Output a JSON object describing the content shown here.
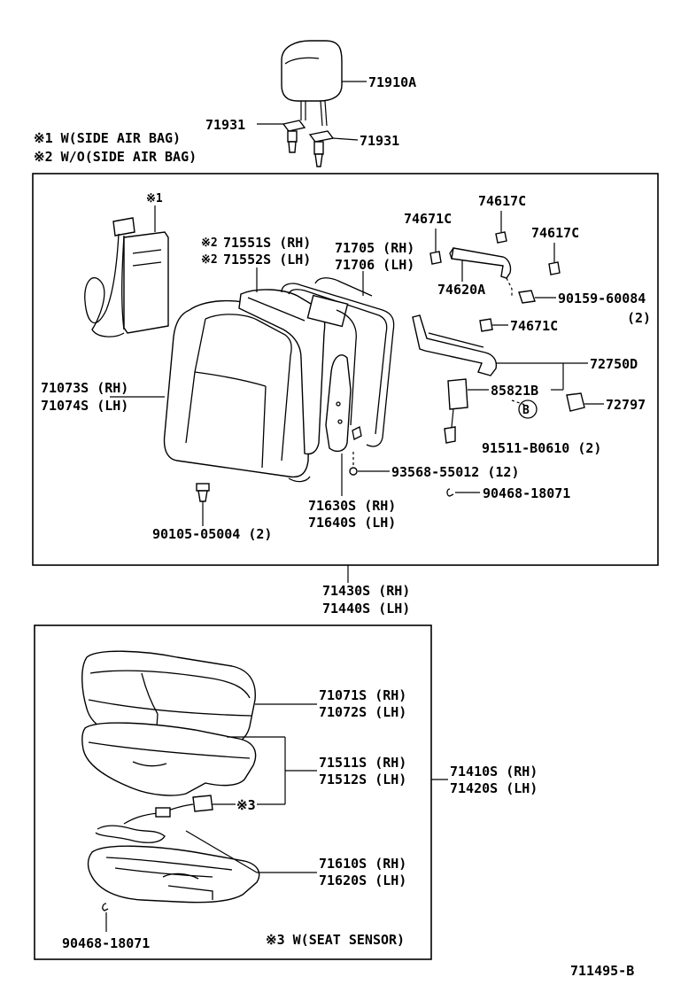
{
  "notes": {
    "n1": "※1 W(SIDE AIR BAG)",
    "n2": "※2 W/O(SIDE AIR BAG)",
    "n3": "※3 W(SEAT SENSOR)",
    "mark1": "※1",
    "mark2a": "※2",
    "mark2b": "※2",
    "mark3": "※3"
  },
  "parts": {
    "p71910A": "71910A",
    "p71931a": "71931",
    "p71931b": "71931",
    "p74617Ca": "74617C",
    "p74671Ca": "74671C",
    "p74617Cb": "74617C",
    "p71551S": "71551S (RH)",
    "p71552S": "71552S (LH)",
    "p71705": "71705 (RH)",
    "p71706": "71706 (LH)",
    "p74620A": "74620A",
    "p90159": "90159-60084",
    "p90159q": "(2)",
    "p74671Cb": "74671C",
    "p71073S": "71073S (RH)",
    "p71074S": "71074S (LH)",
    "p72750D": "72750D",
    "p85821B": "85821B",
    "p72797": "72797",
    "circleB": "B",
    "p91511": "91511-B0610 (2)",
    "p93568": "93568-55012 (12)",
    "p90468a": "90468-18071",
    "p71630S": "71630S (RH)",
    "p71640S": "71640S (LH)",
    "p90105": "90105-05004 (2)",
    "p71430S": "71430S (RH)",
    "p71440S": "71440S (LH)",
    "p71071S": "71071S (RH)",
    "p71072S": "71072S (LH)",
    "p71511S": "71511S (RH)",
    "p71512S": "71512S (LH)",
    "p71410S": "71410S (RH)",
    "p71420S": "71420S (LH)",
    "p71610S": "71610S (RH)",
    "p71620S": "71620S (LH)",
    "p90468b": "90468-18071"
  },
  "diagram_id": "711495-B"
}
